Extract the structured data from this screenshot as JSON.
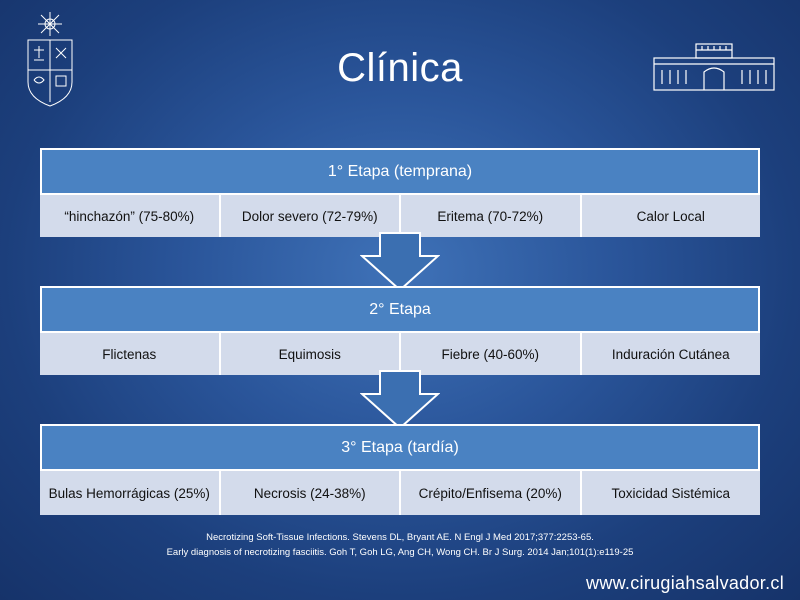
{
  "title": "Clínica",
  "logos": {
    "left": "university-coat-of-arms-icon",
    "right": "hospital-building-icon"
  },
  "stages": [
    {
      "header": "1° Etapa (temprana)",
      "cells": [
        "“hinchazón” (75-80%)",
        "Dolor severo (72-79%)",
        "Eritema (70-72%)",
        "Calor Local"
      ]
    },
    {
      "header": "2° Etapa",
      "cells": [
        "Flictenas",
        "Equimosis",
        "Fiebre (40-60%)",
        "Induración Cutánea"
      ]
    },
    {
      "header": "3° Etapa (tardía)",
      "cells": [
        "Bulas Hemorrágicas (25%)",
        "Necrosis (24-38%)",
        "Crépito/Enfisema (20%)",
        "Toxicidad Sistémica"
      ]
    }
  ],
  "references": [
    "Necrotizing Soft-Tissue Infections. Stevens DL, Bryant AE. N Engl J Med 2017;377:2253-65.",
    "Early diagnosis of necrotizing fasciitis. Goh T, Goh LG, Ang CH, Wong CH. Br J Surg. 2014 Jan;101(1):e119-25"
  ],
  "website": "www.cirugiahsalvador.cl",
  "colors": {
    "header_fill": "#4a82c2",
    "cell_fill": "#d3dbeb",
    "background": "#1c3f7c"
  }
}
